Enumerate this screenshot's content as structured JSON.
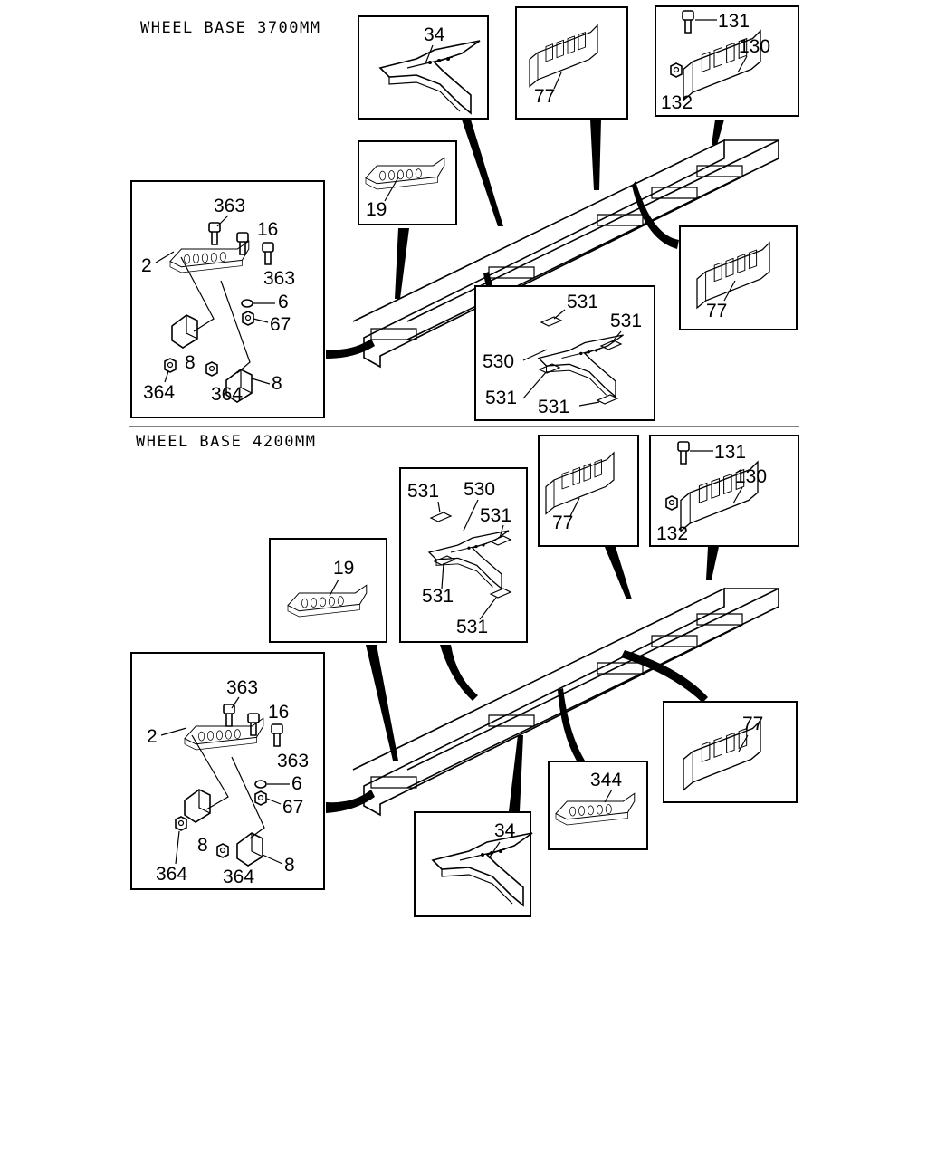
{
  "sections": [
    {
      "title": "WHEEL BASE 3700MM"
    },
    {
      "title": "WHEEL BASE 4200MM"
    }
  ],
  "labels": {
    "s1": {
      "p34": "34",
      "p77a": "77",
      "p131": "131",
      "p130": "130",
      "p132": "132",
      "p19": "19",
      "p363a": "363",
      "p16": "16",
      "p2": "2",
      "p363b": "363",
      "p6": "6",
      "p67": "67",
      "p8a": "8",
      "p364a": "364",
      "p364b": "364",
      "p8b": "8",
      "p77b": "77",
      "p531a": "531",
      "p531b": "531",
      "p530": "530",
      "p531c": "531",
      "p531d": "531"
    },
    "s2": {
      "p77a": "77",
      "p131": "131",
      "p130": "130",
      "p132": "132",
      "p531a": "531",
      "p530": "530",
      "p531b": "531",
      "p531c": "531",
      "p531d": "531",
      "p19": "19",
      "p363a": "363",
      "p16": "16",
      "p2": "2",
      "p363b": "363",
      "p6": "6",
      "p67": "67",
      "p8a": "8",
      "p364a": "364",
      "p364b": "364",
      "p8b": "8",
      "p77b": "77",
      "p344": "344",
      "p34": "34"
    }
  }
}
